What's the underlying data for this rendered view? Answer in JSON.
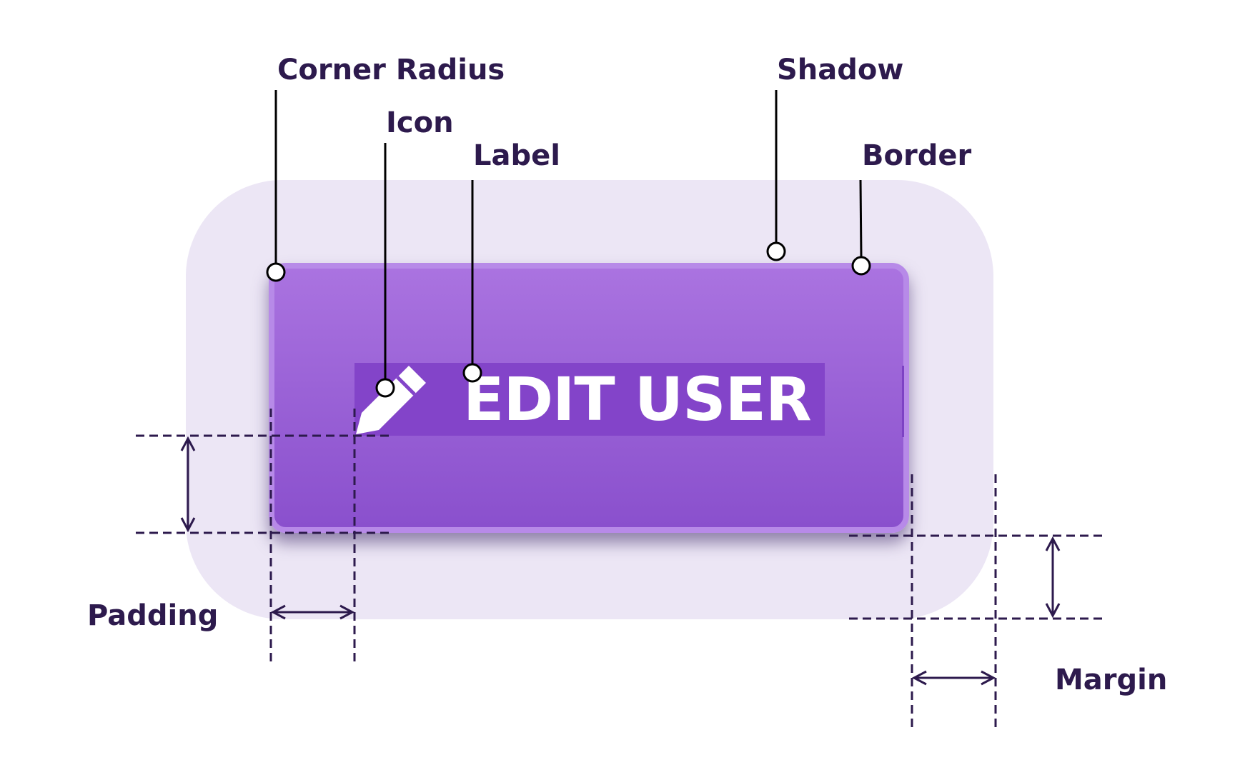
{
  "button": {
    "label": "EDIT USER",
    "icon": "pencil-icon"
  },
  "annotations": {
    "corner_radius": "Corner Radius",
    "icon": "Icon",
    "label": "Label",
    "shadow": "Shadow",
    "border": "Border",
    "padding": "Padding",
    "margin": "Margin"
  },
  "colors": {
    "text": "#2d1a4d",
    "button_top": "#aa73e0",
    "button_bottom": "#8a50cd",
    "border": "#b78ae8",
    "content_highlight": "#8344c9",
    "margin_area": "#ece6f5",
    "label_text": "#ffffff"
  }
}
